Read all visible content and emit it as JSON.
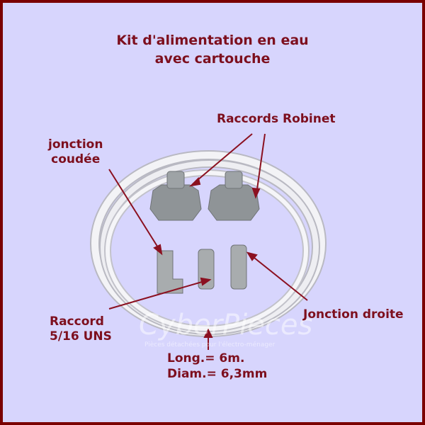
{
  "title": {
    "line1": "Kit d'alimentation en eau",
    "line2": "avec cartouche"
  },
  "labels": {
    "raccords_robinet": "Raccords Robinet",
    "jonction_coudee": {
      "line1": "jonction",
      "line2": "coudée"
    },
    "raccord_uns": {
      "line1": "Raccord",
      "line2": "5/16 UNS"
    },
    "jonction_droite": "Jonction droite",
    "longueur": "Long.= 6m.",
    "diametre": "Diam.= 6,3mm"
  },
  "watermark": {
    "brand": "CyberPieces",
    "tagline": "Pièces détachées pour l'électro-ménager"
  },
  "colors": {
    "background": "#d7d5fd",
    "border": "#7a0000",
    "text": "#7d0f1e",
    "arrow": "#8b1020",
    "tube": "#f2f2f4",
    "fitting": "#8f9497"
  }
}
